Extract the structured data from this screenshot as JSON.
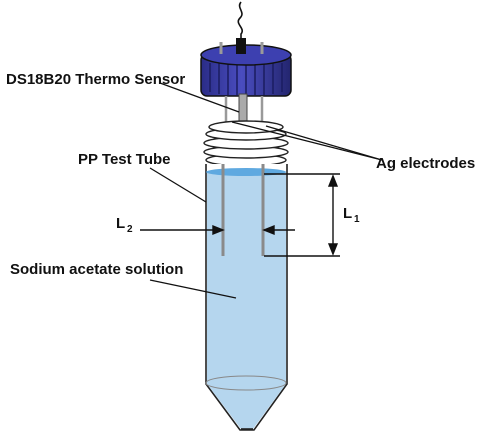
{
  "labels": {
    "sensor": "DS18B20 Thermo Sensor",
    "tube": "PP Test Tube",
    "electrodes": "Ag electrodes",
    "solution": "Sodium acetate solution",
    "l1_main": "L",
    "l1_sub": "1",
    "l2_main": "L",
    "l2_sub": "2"
  },
  "colors": {
    "cap": "#3b3ea6",
    "cap_dark": "#22247a",
    "solution": "#b5d6ee",
    "solution_top": "#5fa9e0",
    "outline": "#222222",
    "electrode": "#9a9a9a"
  }
}
